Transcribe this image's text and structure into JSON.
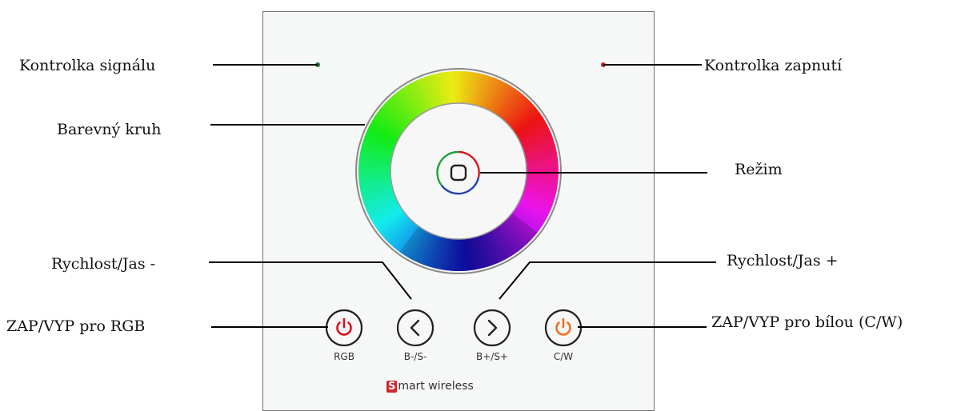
{
  "callouts": {
    "signal_led": "Kontrolka signálu",
    "power_led": "Kontrolka zapnutí",
    "color_ring": "Barevný kruh",
    "mode": "Režim",
    "speed_down": "Rychlost/Jas -",
    "speed_up": "Rychlost/Jas +",
    "rgb_power": "ZAP/VYP pro RGB",
    "white_power": "ZAP/VYP pro bílou (C/W)"
  },
  "buttons": {
    "rgb": "RGB",
    "down": "B-/S-",
    "up": "B+/S+",
    "cw": "C/W"
  },
  "brand": {
    "initial": "S",
    "rest": "mart wireless"
  },
  "colors": {
    "signal_led": "#2f6f3a",
    "power_led": "#d81f1f",
    "power_icon_rgb": "#d8141d",
    "power_icon_cw": "#f36f21",
    "brand_badge": "#d0272e"
  },
  "icons": {
    "rgb_button": "power-icon",
    "down_button": "chevron-left-icon",
    "up_button": "chevron-right-icon",
    "cw_button": "power-icon",
    "mode_button": "square-icon"
  }
}
